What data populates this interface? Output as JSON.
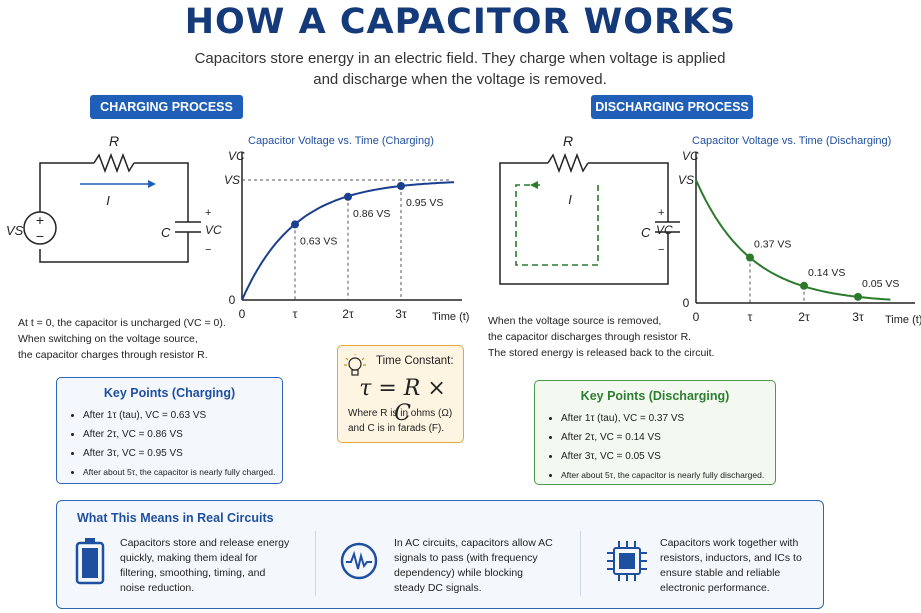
{
  "header": {
    "title": "HOW A CAPACITOR WORKS",
    "subtitle_line1": "Capacitors store energy in an electric field. They charge when voltage is applied",
    "subtitle_line2": "and discharge when the voltage is removed."
  },
  "charging": {
    "label": "CHARGING PROCESS",
    "circuit": {
      "resistor": "R",
      "current": "I",
      "source": "VS",
      "capacitor": "C",
      "cap_voltage": "VC",
      "plus": "+",
      "minus": "−"
    },
    "graph_title": "Capacitor Voltage vs. Time (Charging)",
    "caption": [
      "At t = 0, the capacitor is uncharged (VC = 0).",
      "When switching on the voltage source,",
      "the capacitor charges through resistor R."
    ],
    "key_points_title": "Key Points (Charging)",
    "key_points": [
      "After 1τ (tau), VC = 0.63 VS",
      "After 2τ, VC = 0.86 VS",
      "After 3τ, VC = 0.95 VS",
      "After about 5τ, the capacitor is nearly fully charged."
    ]
  },
  "discharging": {
    "label": "DISCHARGING PROCESS",
    "circuit": {
      "resistor": "R",
      "current": "I",
      "capacitor": "C",
      "cap_voltage": "VC",
      "plus": "+",
      "minus": "−"
    },
    "graph_title": "Capacitor Voltage vs. Time (Discharging)",
    "caption": [
      "When the voltage source is removed,",
      "the capacitor discharges through resistor R.",
      "The stored energy is released back to the circuit."
    ],
    "key_points_title": "Key Points (Discharging)",
    "key_points": [
      "After 1τ (tau), VC = 0.37 VS",
      "After 2τ, VC = 0.14 VS",
      "After 3τ, VC = 0.05 VS",
      "After about 5τ, the capacitor is nearly fully discharged."
    ]
  },
  "time_constant": {
    "title": "Time Constant:",
    "formula": "τ = R × C",
    "note_line1": "Where R is in ohms (Ω)",
    "note_line2": "and C is in farads (F)."
  },
  "real_circuits": {
    "title": "What This Means in Real Circuits",
    "items": [
      {
        "icon": "battery-icon",
        "lines": [
          "Capacitors store and release energy",
          "quickly, making them ideal for",
          "filtering, smoothing, timing, and",
          "noise reduction."
        ]
      },
      {
        "icon": "ac-signal-icon",
        "lines": [
          "In AC circuits, capacitors allow AC",
          "signals to pass (with frequency",
          "dependency) while blocking",
          "steady DC signals."
        ]
      },
      {
        "icon": "chip-icon",
        "lines": [
          "Capacitors work together with",
          "resistors, inductors, and ICs to",
          "ensure stable and reliable",
          "electronic performance."
        ]
      }
    ]
  },
  "chart_data": [
    {
      "type": "line",
      "title": "Capacitor Voltage vs. Time (Charging)",
      "ylabel": "VC",
      "xlabel": "Time (t)",
      "x_ticks": [
        "0",
        "τ",
        "2τ",
        "3τ"
      ],
      "y_ticks": [
        "0",
        "VS"
      ],
      "series": [
        {
          "x": [
            0,
            1,
            2,
            3,
            4
          ],
          "y": [
            0,
            0.63,
            0.86,
            0.95,
            0.98
          ]
        }
      ],
      "annotations": [
        {
          "x": 1,
          "y": 0.63,
          "label": "0.63 VS"
        },
        {
          "x": 2,
          "y": 0.86,
          "label": "0.86 VS"
        },
        {
          "x": 3,
          "y": 0.95,
          "label": "0.95 VS"
        }
      ],
      "color": "#1a3f8f"
    },
    {
      "type": "line",
      "title": "Capacitor Voltage vs. Time (Discharging)",
      "ylabel": "VC",
      "xlabel": "Time (t)",
      "x_ticks": [
        "0",
        "τ",
        "2τ",
        "3τ"
      ],
      "y_ticks": [
        "0",
        "VS"
      ],
      "series": [
        {
          "x": [
            0,
            1,
            2,
            3,
            3.6
          ],
          "y": [
            1,
            0.37,
            0.14,
            0.05,
            0.03
          ]
        }
      ],
      "annotations": [
        {
          "x": 1,
          "y": 0.37,
          "label": "0.37 VS"
        },
        {
          "x": 2,
          "y": 0.14,
          "label": "0.14 VS"
        },
        {
          "x": 3,
          "y": 0.05,
          "label": "0.05 VS"
        }
      ],
      "color": "#2c7a2c"
    }
  ]
}
